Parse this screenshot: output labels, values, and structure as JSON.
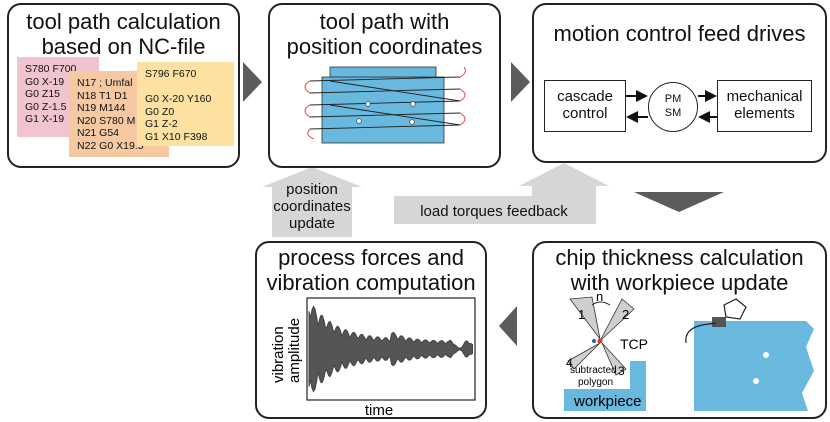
{
  "panels": {
    "nc": {
      "title": "tool path calculation\nbased on NC-file",
      "sheet1": "S780 F700\nG0 X-19\nG0 Z15\nG0 Z-1.5\nG1 X-19",
      "sheet2": "N17 ; Umfal\nN18 T1 D1\nN19 M144\nN20 S780 M\nN21 G54\nN22 G0 X19.5",
      "sheet3": "S796 F670\n\nG0 X-20 Y160\nG0 Z0\nG1 Z-2\nG1 X10 F398"
    },
    "toolpath": {
      "title": "tool path with\nposition coordinates"
    },
    "motion": {
      "title": "motion control feed drives",
      "cascade": "cascade\ncontrol",
      "pmsm_line1": "PM",
      "pmsm_line2": "SM",
      "mechanical": "mechanical\nelements"
    },
    "forces": {
      "title": "process forces and\nvibration computation",
      "ylabel_line1": "vibration",
      "ylabel_line2": "amplitude",
      "xlabel": "time"
    },
    "chip": {
      "title": "chip thickness calculation\nwith workpiece update",
      "n_label": "n",
      "tooth1": "1",
      "tooth2": "2",
      "tooth3": "3",
      "tooth4": "4",
      "tcp": "TCP",
      "subtracted_line1": "subtracted",
      "subtracted_line2": "polygon",
      "workpiece": "workpiece"
    }
  },
  "arrows": {
    "position_update": "position\ncoordinates\nupdate",
    "load_torques": "load torques feedback"
  },
  "colors": {
    "sheet_pink": "#f2c4d0",
    "sheet_orange": "#f6c9a2",
    "sheet_yellow": "#fde1a0",
    "workpiece_blue": "#69b8dd",
    "flow_arrow": "#d6d6d6",
    "process_arrow": "#5c5c5c"
  }
}
